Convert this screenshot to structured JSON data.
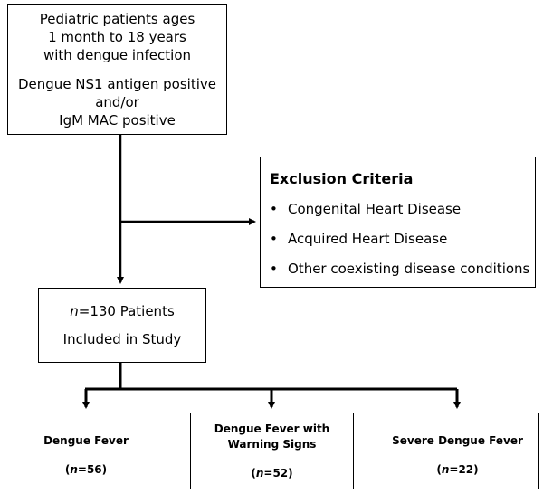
{
  "criteria": {
    "lines": [
      "Pediatric patients ages",
      "1 month to 18 years",
      "with dengue infection"
    ],
    "test_lines": [
      "Dengue NS1 antigen positive",
      "and/or",
      "IgM MAC positive"
    ]
  },
  "exclusion": {
    "title": "Exclusion Criteria",
    "bullet": "•",
    "items": [
      "Congenital Heart Disease",
      "Acquired Heart Disease",
      "Other coexisting disease conditions"
    ]
  },
  "included": {
    "n_label": "n",
    "count_text": "=130 Patients",
    "line2": "Included in Study"
  },
  "groups": [
    {
      "lines": [
        "Dengue Fever"
      ],
      "n_label": "n",
      "n_value": "=56"
    },
    {
      "lines": [
        "Dengue Fever with",
        "Warning Signs"
      ],
      "n_label": "n",
      "n_value": "=52"
    },
    {
      "lines": [
        "Severe Dengue Fever"
      ],
      "n_label": "n",
      "n_value": "=22"
    }
  ],
  "colors": {
    "line": "#000000",
    "box_border": "#000000",
    "background": "#ffffff"
  }
}
